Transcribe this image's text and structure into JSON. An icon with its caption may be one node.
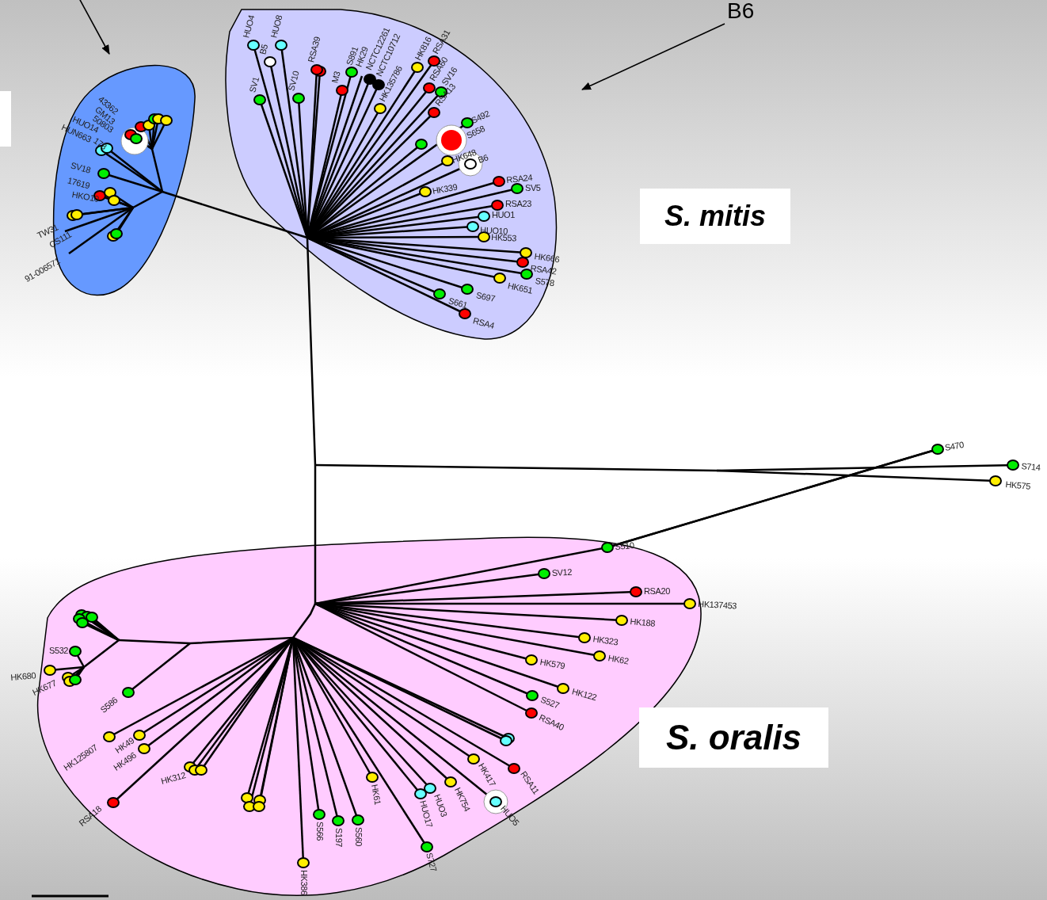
{
  "diagram": {
    "nodes": [
      {
        "text": [
          "B6"
        ]
      },
      {
        "text": [],
        "shape": "box"
      },
      {
        "text": [],
        "shape": "oval"
      },
      {
        "text": [],
        "shape": "oval"
      },
      {
        "text": [
          "S. mitis"
        ]
      },
      {
        "text": [],
        "shape": "oval"
      },
      {
        "text": [
          "S. oralis"
        ]
      }
    ],
    "edges": [
      {
        "from": null,
        "to": 2,
        "arrow": "to"
      },
      {
        "from": 0,
        "to": 3,
        "arrow": "to"
      }
    ],
    "labels": [
      "HUO4",
      "B5",
      "HUO8",
      "SV1",
      "SV10",
      "RSA39",
      "M3",
      "S891",
      "HK29",
      "NCTC12261",
      "NCTC10712",
      "HK135786",
      "HK816",
      "RSA31",
      "RSA60",
      "SV16",
      "RSA13",
      "43362",
      "GM13",
      "50803",
      "HUO14",
      "HUN663",
      "178",
      "SV18",
      "17619",
      "HKO10",
      "TW31",
      "CS111",
      "91-006571",
      "S492",
      "S658",
      "HK648",
      "B6",
      "HK339",
      "RSA24",
      "SV5",
      "RSA23",
      "HUO1",
      "HUO10",
      "HK553",
      "HK666",
      "RSA42",
      "S578",
      "HK651",
      "S697",
      "S661",
      "RSA4",
      "S470",
      "S714",
      "HK575",
      "S510",
      "SV12",
      "RSA20",
      "HK137453",
      "HK188",
      "HK323",
      "HK62",
      "HK579",
      "HK122",
      "S527",
      "RSA40",
      "S532",
      "HK680",
      "HK677",
      "S586",
      "HK125807",
      "HK49",
      "HK496",
      "HK312",
      "RSA18",
      "RSA11",
      "HK417",
      "HK754",
      "HUO3",
      "HUO17",
      "HUO5",
      "S727",
      "HK61",
      "S566",
      "S197",
      "S560",
      "HK386"
    ]
  }
}
